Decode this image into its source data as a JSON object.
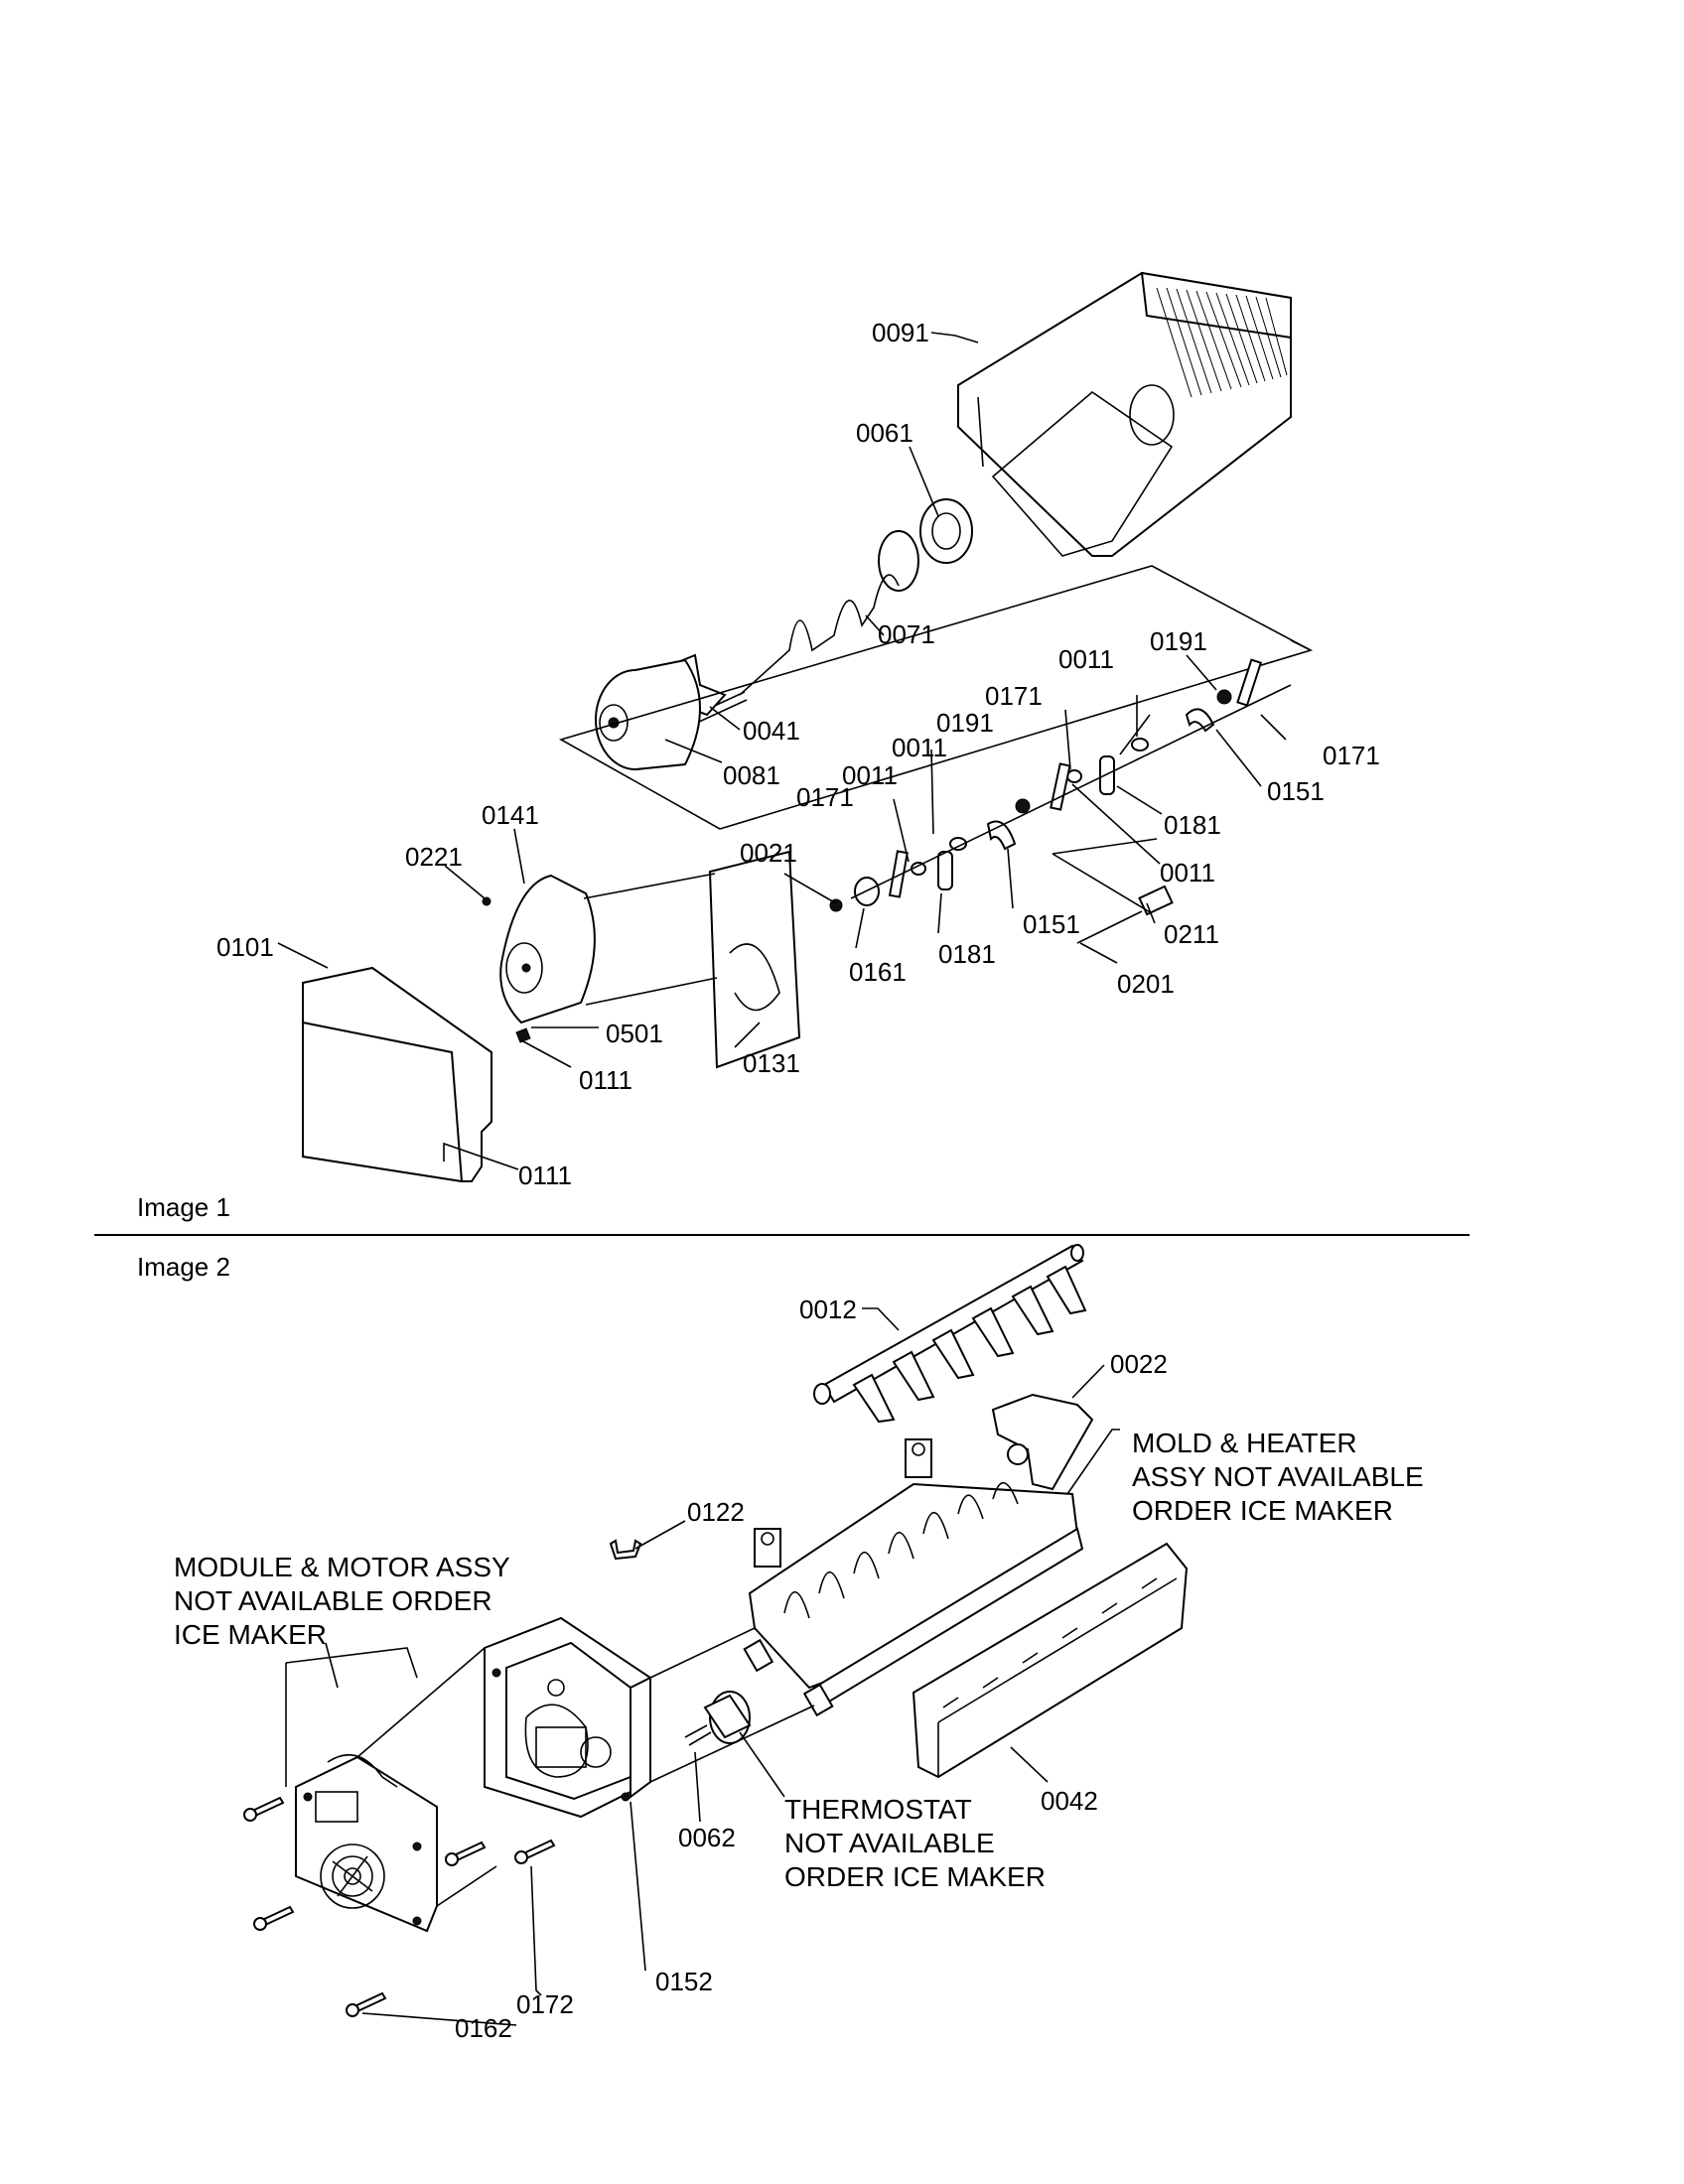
{
  "sections": {
    "image1_label": "Image 1",
    "image2_label": "Image 2"
  },
  "image1_callouts": {
    "c0091": "0091",
    "c0061": "0061",
    "c0071": "0071",
    "c0041": "0041",
    "c0081": "0081",
    "c0191a": "0191",
    "c0011a": "0011",
    "c0171a": "0171",
    "c0151a": "0151",
    "c0171b": "0171",
    "c0191b": "0191",
    "c0011b": "0011",
    "c0011c": "0011",
    "c0171c": "0171",
    "c0181a": "0181",
    "c0011d": "0011",
    "c0021": "0021",
    "c0141": "0141",
    "c0221": "0221",
    "c0101": "0101",
    "c0161": "0161",
    "c0181b": "0181",
    "c0151b": "0151",
    "c0211": "0211",
    "c0201": "0201",
    "c0501": "0501",
    "c0131": "0131",
    "c0111a": "0111",
    "c0111b": "0111"
  },
  "image2_callouts": {
    "c0012": "0012",
    "c0022": "0022",
    "c0122": "0122",
    "c0062": "0062",
    "c0042": "0042",
    "c0152": "0152",
    "c0172": "0172",
    "c0162": "0162"
  },
  "notes": {
    "mold": [
      "MOLD & HEATER",
      "ASSY NOT AVAILABLE",
      "ORDER ICE MAKER"
    ],
    "module": [
      "MODULE & MOTOR ASSY",
      "NOT AVAILABLE ORDER",
      "ICE MAKER"
    ],
    "thermostat": [
      "THERMOSTAT",
      "NOT AVAILABLE",
      "ORDER ICE MAKER"
    ]
  }
}
